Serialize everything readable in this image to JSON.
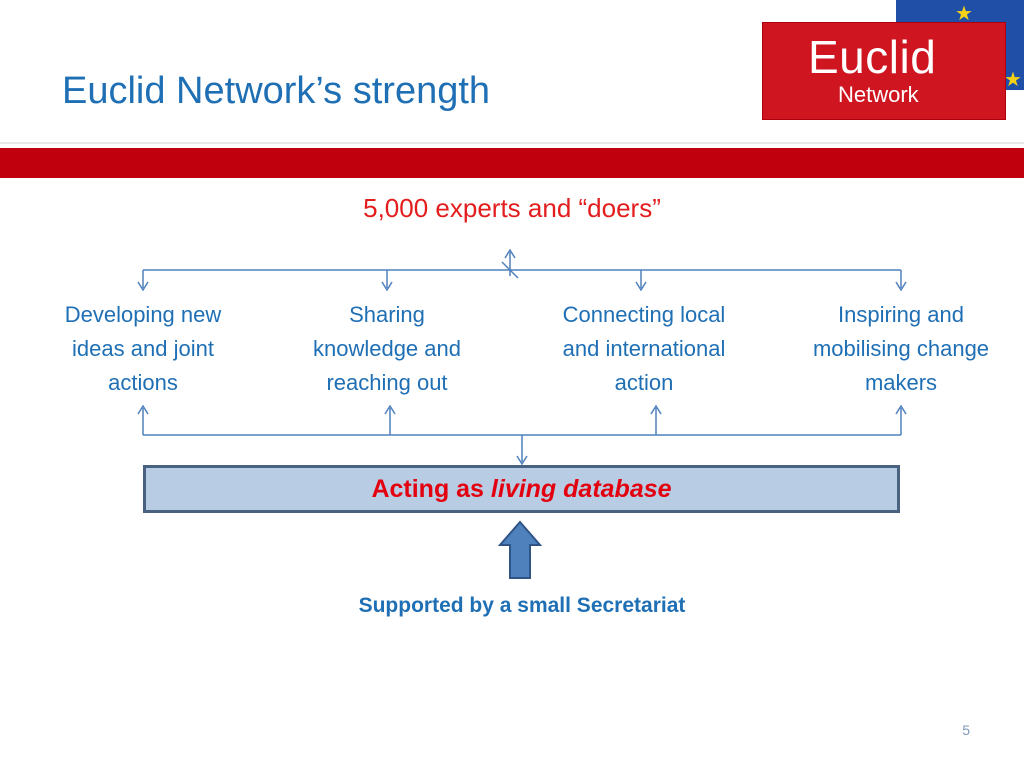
{
  "slide": {
    "title": "Euclid Network’s strength",
    "page_number": "5"
  },
  "logo": {
    "main_text": "Euclid",
    "sub_text": "Network"
  },
  "diagram": {
    "top_label": "5,000 experts and “doers”",
    "nodes": [
      {
        "lines": [
          "Developing new",
          "ideas and joint",
          "actions"
        ]
      },
      {
        "lines": [
          "Sharing",
          "knowledge and",
          "reaching out"
        ]
      },
      {
        "lines": [
          "Connecting local",
          "and international",
          "action"
        ]
      },
      {
        "lines": [
          "Inspiring and",
          "mobilising change",
          "makers"
        ]
      }
    ],
    "center_box": {
      "prefix": "Acting as ",
      "emphasis": "living database"
    },
    "support_label": "Supported by a small Secretariat"
  },
  "colors": {
    "title_blue": "#1f6fb5",
    "accent_red": "#c0000c",
    "box_fill": "#b8cde4",
    "arrow_fill": "#4f81bd"
  }
}
